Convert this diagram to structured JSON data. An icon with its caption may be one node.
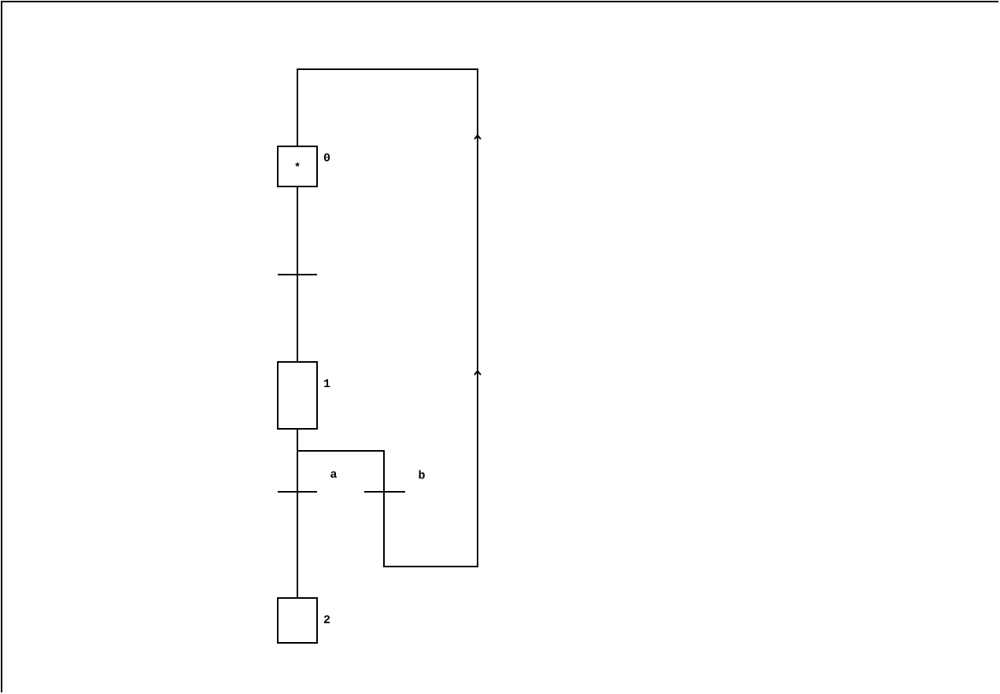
{
  "diagram": {
    "nodes": [
      {
        "text": [
          "*"
        ],
        "beside": [
          "0"
        ]
      },
      {
        "text": [],
        "shape": "box",
        "beside": [
          "1"
        ]
      },
      {
        "text": [],
        "shape": "box",
        "beside": [
          "2"
        ]
      }
    ],
    "edges": [
      {
        "from": 0,
        "to": 1,
        "arrow": "none"
      },
      {
        "from": 1,
        "to": 2,
        "arrow": "none",
        "label": "a"
      },
      {
        "from": 1,
        "to": 0,
        "arrow": "to",
        "label": "b"
      }
    ]
  }
}
